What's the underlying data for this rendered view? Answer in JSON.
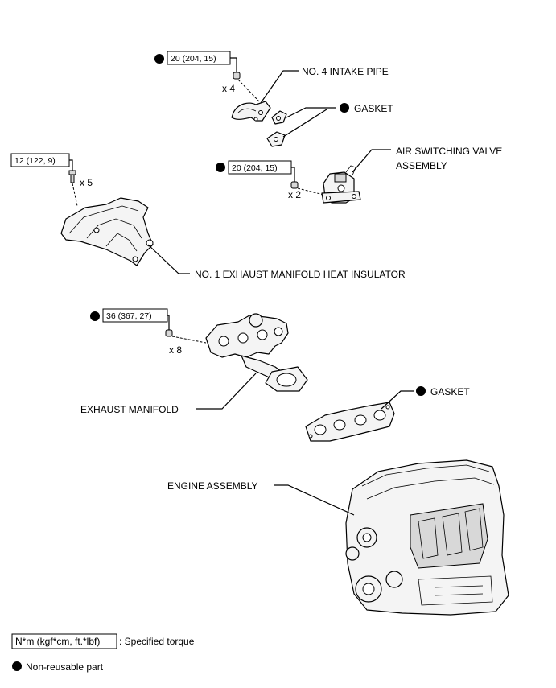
{
  "labels": {
    "intake_pipe": "NO. 4 INTAKE PIPE",
    "gasket_top": "GASKET",
    "air_switching_valve_line1": "AIR SWITCHING VALVE",
    "air_switching_valve_line2": "ASSEMBLY",
    "heat_insulator": "NO. 1 EXHAUST MANIFOLD HEAT INSULATOR",
    "exhaust_manifold": "EXHAUST MANIFOLD",
    "gasket_mid": "GASKET",
    "engine_assembly": "ENGINE ASSEMBLY"
  },
  "torques": {
    "intake_pipe_nut": "20 (204, 15)",
    "heat_insulator_bolt": "12 (122, 9)",
    "air_valve_nut": "20 (204, 15)",
    "manifold_nut": "36 (367, 27)"
  },
  "quantities": {
    "intake_pipe_nut": "x 4",
    "heat_insulator_bolt": "x 5",
    "air_valve_nut": "x 2",
    "manifold_nut": "x 8"
  },
  "legend": {
    "unit_box": "N*m (kgf*cm, ft.*lbf)",
    "unit_desc": ": Specified torque",
    "nonreusable": "Non-reusable part"
  },
  "colors": {
    "ink": "#000000",
    "paper": "#ffffff"
  }
}
